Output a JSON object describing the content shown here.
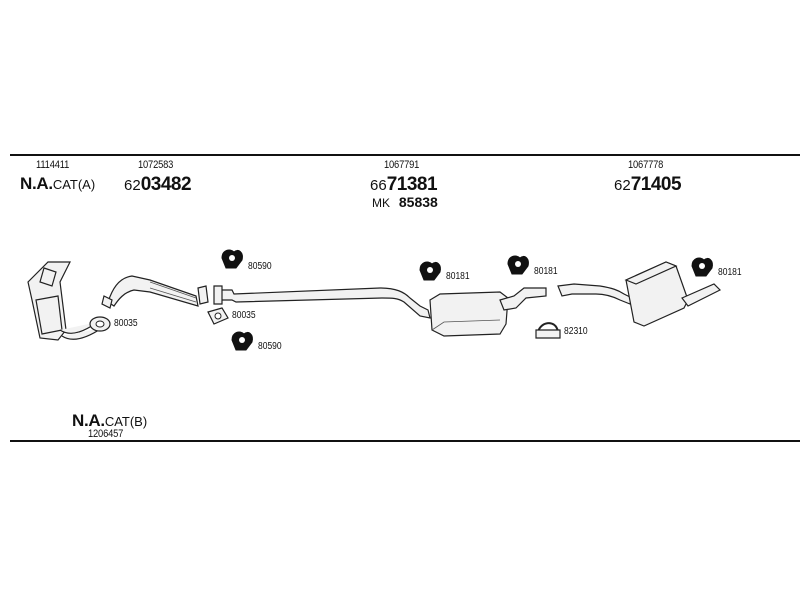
{
  "header": {
    "groups": [
      {
        "ref": "1114411",
        "na": "N.A.",
        "cat": "CAT(A)"
      },
      {
        "ref": "1072583",
        "prefix": "62",
        "number": "03482"
      },
      {
        "ref": "1067791",
        "prefix": "66",
        "number": "71381",
        "mk_label": "MK",
        "mk_number": "85838"
      },
      {
        "ref": "1067778",
        "prefix": "62",
        "number": "71405"
      }
    ]
  },
  "footer": {
    "na": "N.A.",
    "cat": "CAT(B)",
    "ref": "1206457"
  },
  "parts": {
    "clamp_1": "80035",
    "hanger_1": "80590",
    "gasket": "80035",
    "hanger_2": "80590",
    "hanger_3": "80181",
    "hanger_4": "80181",
    "clamp_2": "82310",
    "hanger_5": "80181"
  }
}
